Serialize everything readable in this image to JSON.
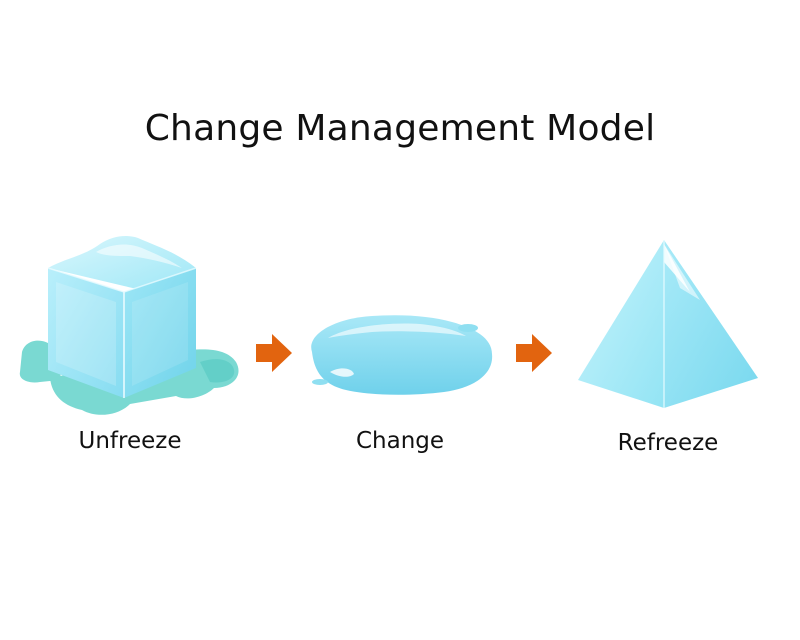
{
  "title": "Change Management Model",
  "stages": [
    {
      "label": "Unfreeze",
      "icon": "ice-cube-icon"
    },
    {
      "label": "Change",
      "icon": "water-puddle-icon"
    },
    {
      "label": "Refreeze",
      "icon": "ice-pyramid-icon"
    }
  ],
  "colors": {
    "ice_light": "#c9f3fb",
    "ice_mid": "#8fe3f3",
    "ice_dark": "#5fcfe6",
    "water": "#7fd8ee",
    "puddle": "#76d6cf",
    "arrow": "#e2640f",
    "text": "#111111"
  }
}
